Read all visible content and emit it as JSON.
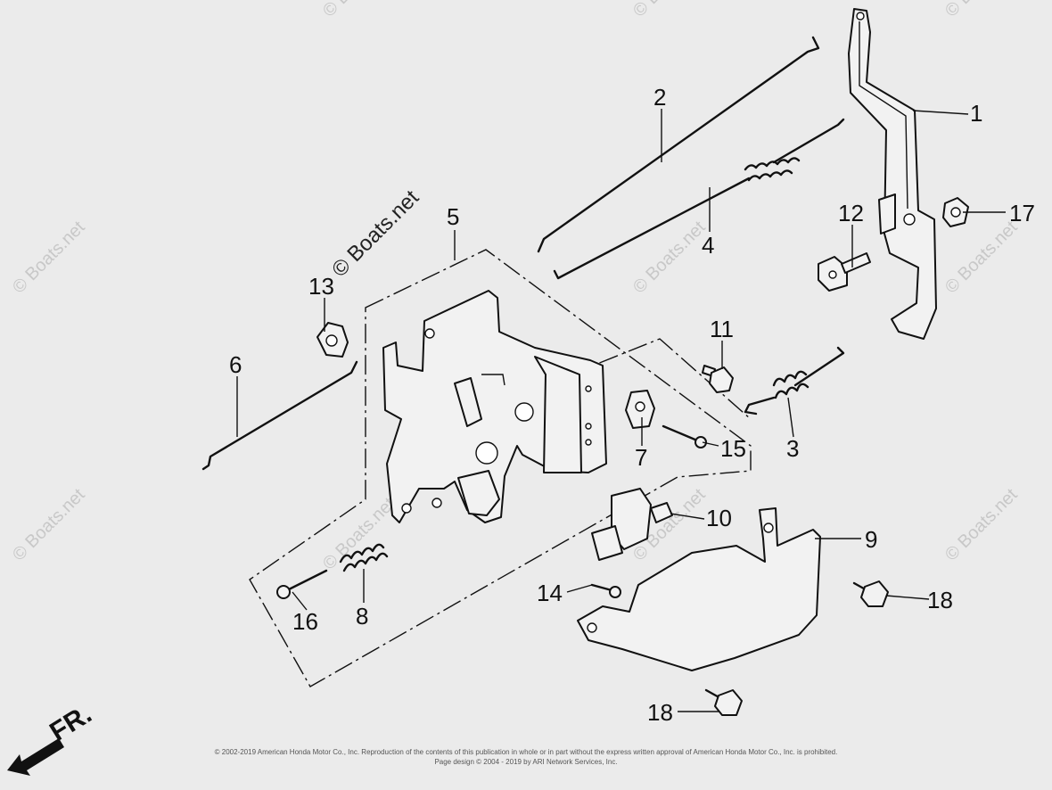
{
  "watermark": {
    "text": "© Boats.net",
    "prominent_text": "© Boats.net"
  },
  "direction_label": "FR.",
  "callouts": [
    "1",
    "2",
    "3",
    "4",
    "5",
    "6",
    "7",
    "8",
    "9",
    "10",
    "11",
    "12",
    "13",
    "14",
    "15",
    "16",
    "17",
    "18",
    "18"
  ],
  "copyright": {
    "line1": "© 2002-2019 American Honda Motor Co., Inc. Reproduction of the contents of this publication in whole or in part without the express written approval of American Honda Motor Co., Inc. is prohibited.",
    "line2": "Page design © 2004 - 2019 by ARI Network Services, Inc."
  },
  "colors": {
    "background": "#ebebeb",
    "line": "#111111",
    "watermark": "#c8c8c8"
  }
}
